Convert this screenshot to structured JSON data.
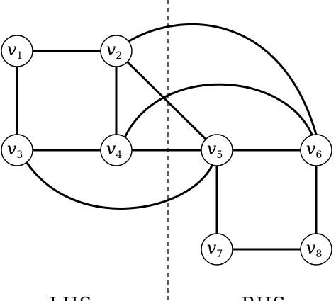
{
  "diagram": {
    "nodes": [
      {
        "id": "v1",
        "letter": "v",
        "index": "1"
      },
      {
        "id": "v2",
        "letter": "v",
        "index": "2"
      },
      {
        "id": "v3",
        "letter": "v",
        "index": "3"
      },
      {
        "id": "v4",
        "letter": "v",
        "index": "4"
      },
      {
        "id": "v5",
        "letter": "v",
        "index": "5"
      },
      {
        "id": "v6",
        "letter": "v",
        "index": "6"
      },
      {
        "id": "v7",
        "letter": "v",
        "index": "7"
      },
      {
        "id": "v8",
        "letter": "v",
        "index": "8"
      }
    ],
    "edges": [
      {
        "from": "v1",
        "to": "v2",
        "shape": "straight"
      },
      {
        "from": "v1",
        "to": "v3",
        "shape": "straight"
      },
      {
        "from": "v2",
        "to": "v4",
        "shape": "straight"
      },
      {
        "from": "v3",
        "to": "v4",
        "shape": "straight"
      },
      {
        "from": "v4",
        "to": "v5",
        "shape": "straight"
      },
      {
        "from": "v2",
        "to": "v5",
        "shape": "straight"
      },
      {
        "from": "v5",
        "to": "v6",
        "shape": "straight"
      },
      {
        "from": "v5",
        "to": "v7",
        "shape": "straight"
      },
      {
        "from": "v6",
        "to": "v8",
        "shape": "straight"
      },
      {
        "from": "v7",
        "to": "v8",
        "shape": "straight"
      },
      {
        "from": "v2",
        "to": "v6",
        "shape": "arc"
      },
      {
        "from": "v4",
        "to": "v6",
        "shape": "arc"
      },
      {
        "from": "v3",
        "to": "v5",
        "shape": "arc"
      }
    ],
    "partition": {
      "left_label": "LHS",
      "right_label": "RHS"
    }
  }
}
